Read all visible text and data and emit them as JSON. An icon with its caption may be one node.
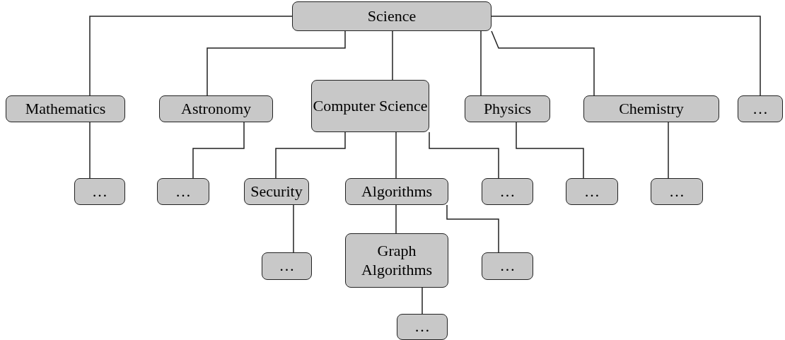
{
  "diagram": {
    "nodes": [
      {
        "text": [
          "Science"
        ]
      },
      {
        "text": [
          "Mathematics"
        ]
      },
      {
        "text": [
          "Astronomy"
        ]
      },
      {
        "text": [
          "Computer Science"
        ]
      },
      {
        "text": [
          "Physics"
        ]
      },
      {
        "text": [
          "Chemistry"
        ]
      },
      {
        "text": [
          "…"
        ]
      },
      {
        "text": [
          "…"
        ]
      },
      {
        "text": [
          "…"
        ]
      },
      {
        "text": [
          "Security"
        ]
      },
      {
        "text": [
          "Algorithms"
        ]
      },
      {
        "text": [
          "…"
        ]
      },
      {
        "text": [
          "…"
        ]
      },
      {
        "text": [
          "…"
        ]
      },
      {
        "text": [
          "…"
        ]
      },
      {
        "text": [
          "Graph Algorithms"
        ]
      },
      {
        "text": [
          "…"
        ]
      },
      {
        "text": [
          "…"
        ]
      }
    ],
    "edges": [
      {
        "from": 0,
        "to": 1,
        "arrow": "none"
      },
      {
        "from": 0,
        "to": 2,
        "arrow": "none"
      },
      {
        "from": 0,
        "to": 3,
        "arrow": "none"
      },
      {
        "from": 0,
        "to": 4,
        "arrow": "none"
      },
      {
        "from": 0,
        "to": 5,
        "arrow": "none"
      },
      {
        "from": 0,
        "to": 6,
        "arrow": "none"
      },
      {
        "from": 1,
        "to": 7,
        "arrow": "none"
      },
      {
        "from": 2,
        "to": 8,
        "arrow": "none"
      },
      {
        "from": 3,
        "to": 9,
        "arrow": "none"
      },
      {
        "from": 3,
        "to": 10,
        "arrow": "none"
      },
      {
        "from": 3,
        "to": 11,
        "arrow": "none"
      },
      {
        "from": 4,
        "to": 12,
        "arrow": "none"
      },
      {
        "from": 5,
        "to": 13,
        "arrow": "none"
      },
      {
        "from": 9,
        "to": 14,
        "arrow": "none"
      },
      {
        "from": 10,
        "to": 15,
        "arrow": "none"
      },
      {
        "from": 10,
        "to": 16,
        "arrow": "none"
      },
      {
        "from": 15,
        "to": 17,
        "arrow": "none"
      }
    ]
  }
}
